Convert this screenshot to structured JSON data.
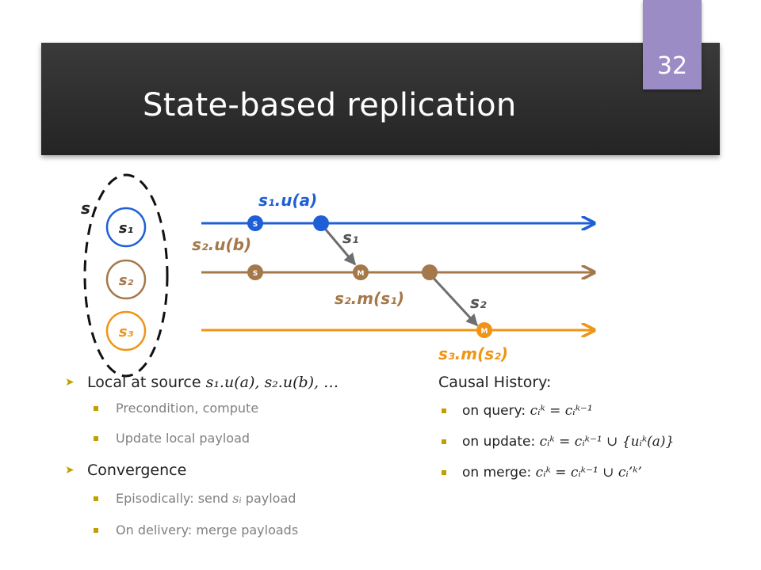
{
  "slide": {
    "title": "State-based replication",
    "page_number": "32"
  },
  "diagram": {
    "state_label": "s",
    "replicas": [
      "s₁",
      "s₂",
      "s₃"
    ],
    "source_marker": "S",
    "merge_marker": "M",
    "labels": {
      "update_a": "s₁.u(a)",
      "update_b": "s₂.u(b)",
      "send_s1": "s₁",
      "merge_s1": "s₂.m(s₁)",
      "send_s2": "s₂",
      "merge_s2": "s₃.m(s₂)"
    },
    "colors": {
      "blue": "#1f5fd6",
      "brown": "#a5784a",
      "orange": "#f09416",
      "gray": "#6e6e6e"
    }
  },
  "left": {
    "item1": {
      "prefix": "Local at source ",
      "math": "s₁.u(a), s₂.u(b), …",
      "subitems": [
        "Precondition, compute",
        "Update local payload"
      ]
    },
    "item2": {
      "label": "Convergence",
      "sub1_pre": "Episodically: send ",
      "sub1_math": "sᵢ",
      "sub1_post": " payload",
      "sub2": "On delivery: merge payloads"
    }
  },
  "right": {
    "heading": "Causal History:",
    "items": [
      {
        "label": "on query: ",
        "formula": "cᵢᵏ = cᵢᵏ⁻¹"
      },
      {
        "label": "on update: ",
        "formula": "cᵢᵏ = cᵢᵏ⁻¹ ∪ {uᵢᵏ(a)}"
      },
      {
        "label": "on merge: ",
        "formula": "cᵢᵏ = cᵢᵏ⁻¹ ∪ cᵢ’ᵏ’"
      }
    ]
  }
}
